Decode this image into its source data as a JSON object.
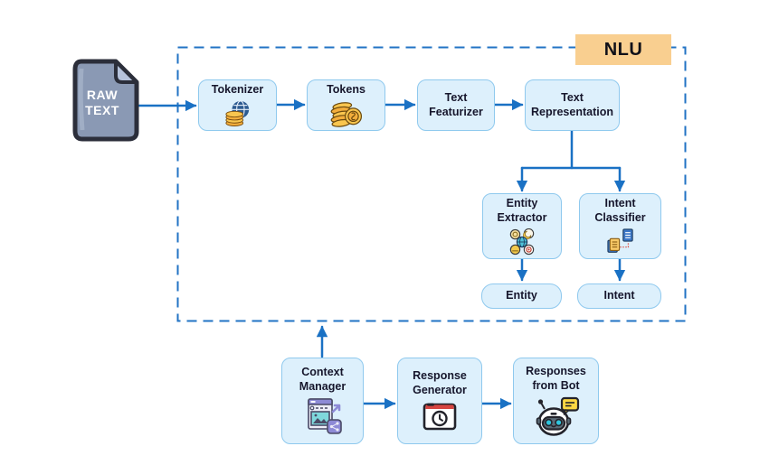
{
  "title_tab": {
    "label": "NLU"
  },
  "raw_text_doc": {
    "line1": "RAW",
    "line2": "TEXT",
    "icon": "document-icon"
  },
  "nlu_nodes": {
    "tokenizer": {
      "label": "Tokenizer",
      "icon": "globe-coin-stack-icon"
    },
    "tokens": {
      "label": "Tokens",
      "icon": "coin-pile-icon"
    },
    "text_featurizer": {
      "line1": "Text",
      "line2": "Featurizer"
    },
    "text_representation": {
      "line1": "Text",
      "line2": "Representation"
    },
    "entity_extractor": {
      "line1": "Entity",
      "line2": "Extractor",
      "icon": "entity-network-icon"
    },
    "intent_classifier": {
      "line1": "Intent",
      "line2": "Classifier",
      "icon": "document-pair-icon"
    },
    "entity": {
      "label": "Entity"
    },
    "intent": {
      "label": "Intent"
    }
  },
  "pipeline_nodes": {
    "context_manager": {
      "line1": "Context",
      "line2": "Manager",
      "icon": "browser-share-icon"
    },
    "response_generator": {
      "line1": "Response",
      "line2": "Generator",
      "icon": "clock-window-icon"
    },
    "responses_from_bot": {
      "line1": "Responses",
      "line2": "from Bot",
      "icon": "robot-chat-icon"
    }
  },
  "colors": {
    "node_fill": "#DDF0FC",
    "node_border": "#8FC9EE",
    "arrow": "#1A71C4",
    "dashed_border": "#2273C4",
    "nlu_tab_bg": "#F9CF90",
    "doc_body": "#8A99B4",
    "doc_fold": "#B6C3DC",
    "doc_outline": "#2B2E3A",
    "coin_gold": "#F9C64F",
    "speech_bubble": "#FBD743"
  }
}
